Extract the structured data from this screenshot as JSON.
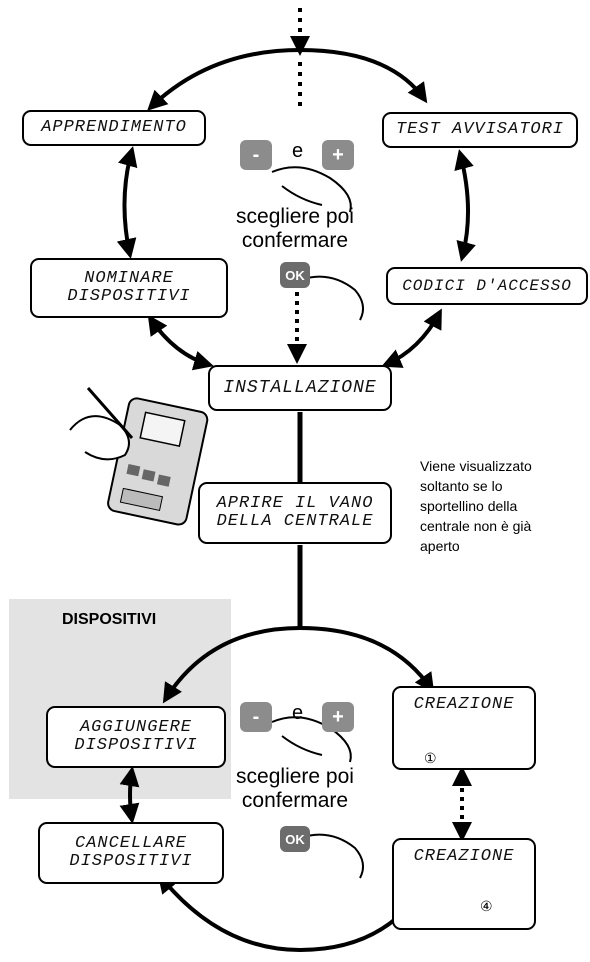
{
  "top_cycle": {
    "apprendimento": "APPRENDIMENTO",
    "test_avvisatori": "TEST AVVISATORI",
    "nominare_dispositivi": [
      "NOMINARE",
      "DISPOSITIVI"
    ],
    "codici_accesso": "CODICI D'ACCESSO",
    "installazione": "INSTALLAZIONE"
  },
  "keys": {
    "minus": "-",
    "plus": "+",
    "ok": "OK",
    "and_word": "e"
  },
  "instruction": [
    "scegliere poi",
    "confermare"
  ],
  "aprire_vano": [
    "APRIRE IL VANO",
    "DELLA CENTRALE"
  ],
  "note": [
    "Viene visualizzato",
    "soltanto se lo",
    "sportellino della",
    "centrale non è già",
    "aperto"
  ],
  "bottom_cycle": {
    "panel_title": "DISPOSITIVI",
    "aggiungere": [
      "AGGIUNGERE",
      "DISPOSITIVI"
    ],
    "cancellare": [
      "CANCELLARE",
      "DISPOSITIVI"
    ],
    "creazione_1": "CREAZIONE",
    "creazione_1_number": "①",
    "creazione_4": "CREAZIONE",
    "creazione_4_number": "④"
  },
  "colors": {
    "line": "#000000",
    "key": "#8c8c8c",
    "panel": "#e3e3e3"
  }
}
